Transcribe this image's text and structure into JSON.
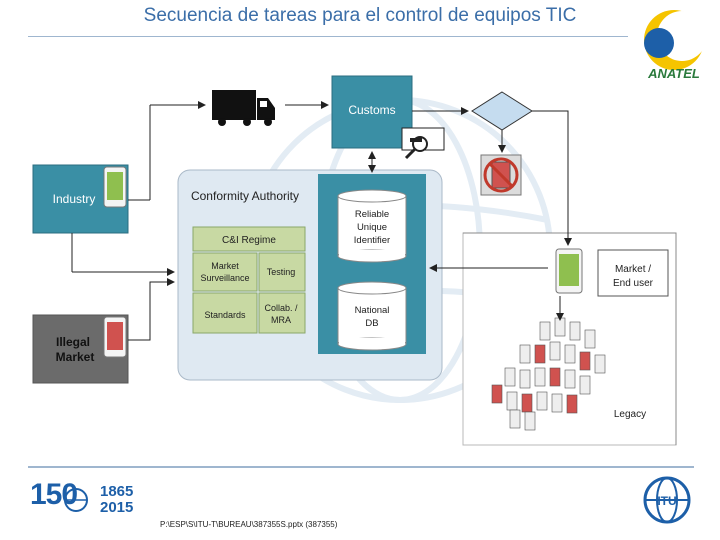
{
  "header": {
    "title": "Secuencia de tareas para el control de equipos TIC",
    "brand_logo_text": "ANATEL"
  },
  "diagram": {
    "nodes": {
      "customs": "Customs",
      "industry": "Industry",
      "illegal_market": [
        "Illegal",
        "Market"
      ],
      "conformity_authority": "Conformity Authority",
      "ci_regime": "C&I Regime",
      "market_surveillance": [
        "Market",
        "Surveillance"
      ],
      "testing": "Testing",
      "standards": "Standards",
      "collab_mra": [
        "Collab. /",
        "MRA"
      ],
      "reliable_unique_identifier": [
        "Reliable",
        "Unique",
        "Identifier"
      ],
      "national_db": [
        "National",
        "DB"
      ],
      "market_end_user": [
        "Market /",
        "End user"
      ],
      "legacy": "Legacy"
    }
  },
  "footer": {
    "itu_anniversary": "150",
    "itu_years": [
      "1865",
      "2015"
    ],
    "file_path": "P:\\ESP\\S\\ITU-T\\BUREAU\\387355S.pptx (387355)"
  },
  "colors": {
    "title": "#3b6ea8",
    "customs_teal": "#3a8fa5",
    "authority_panel": "#dfe9f2",
    "db_teal": "#3a8fa5",
    "ci_green": "#c8d9a3",
    "illegal_gray": "#6b6b6b",
    "phone_green": "#8fbf4f",
    "phone_red": "#d0524f"
  }
}
